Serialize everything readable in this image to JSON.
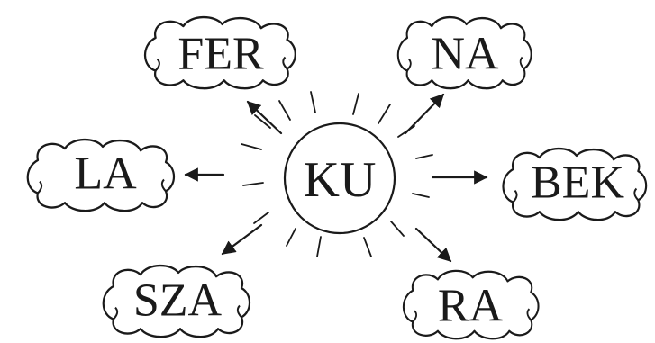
{
  "center": {
    "syllable": "KU"
  },
  "clouds": {
    "top_left": {
      "syllable": "FER"
    },
    "top_right": {
      "syllable": "NA"
    },
    "middle_left": {
      "syllable": "LA"
    },
    "middle_right": {
      "syllable": "BEK"
    },
    "bottom_left": {
      "syllable": "SZA"
    },
    "bottom_right": {
      "syllable": "RA"
    }
  },
  "colors": {
    "ink": "#1a1a1a",
    "background": "#ffffff"
  }
}
